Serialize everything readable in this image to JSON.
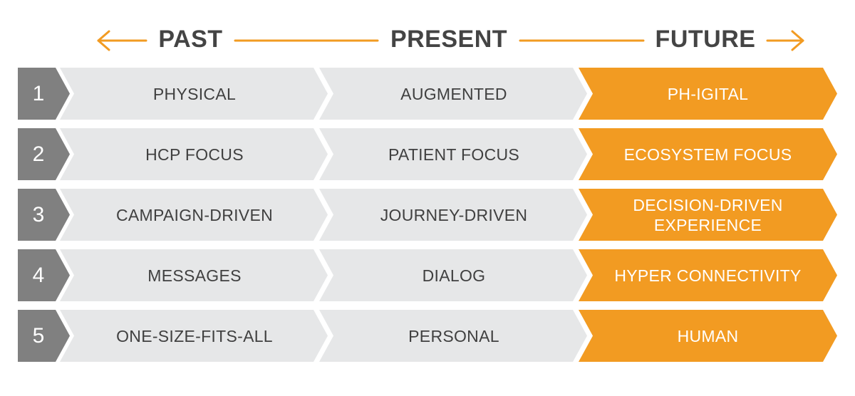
{
  "header": {
    "past": "PAST",
    "present": "PRESENT",
    "future": "FUTURE"
  },
  "rows": [
    {
      "number": "1",
      "past": "PHYSICAL",
      "present": "AUGMENTED",
      "future": "PH-IGITAL"
    },
    {
      "number": "2",
      "past": "HCP FOCUS",
      "present": "PATIENT FOCUS",
      "future": "ECOSYSTEM FOCUS"
    },
    {
      "number": "3",
      "past": "CAMPAIGN-DRIVEN",
      "present": "JOURNEY-DRIVEN",
      "future": "DECISION-DRIVEN\nEXPERIENCE"
    },
    {
      "number": "4",
      "past": "MESSAGES",
      "present": "DIALOG",
      "future": "HYPER CONNECTIVITY"
    },
    {
      "number": "5",
      "past": "ONE-SIZE-FITS-ALL",
      "present": "PERSONAL",
      "future": "HUMAN"
    }
  ],
  "colors": {
    "accent": "#f29b22",
    "number_bg": "#808080",
    "cell_bg": "#e6e7e8",
    "text_dark": "#404040"
  }
}
